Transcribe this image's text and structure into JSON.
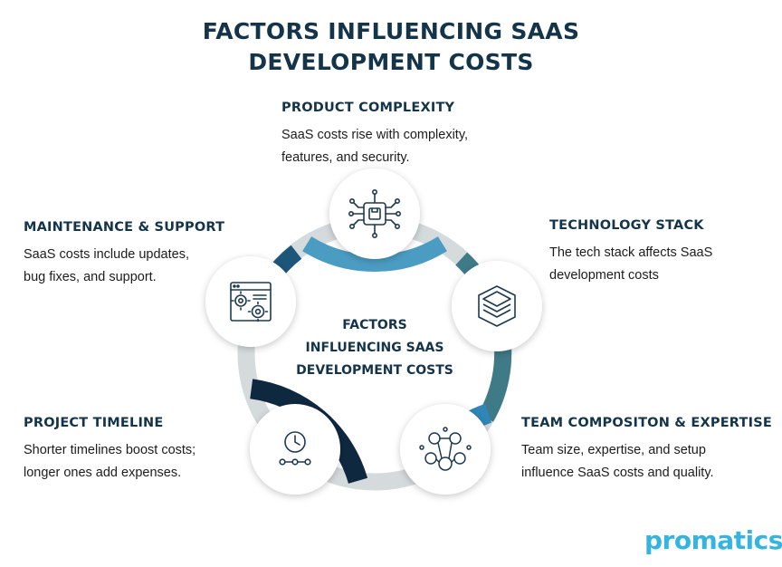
{
  "title": {
    "line1": "FACTORS INFLUENCING SAAS",
    "line2": "DEVELOPMENT COSTS"
  },
  "center": {
    "line1": "FACTORS",
    "line2": "INFLUENCING SAAS",
    "line3": "DEVELOPMENT COSTS"
  },
  "factors": {
    "product_complexity": {
      "title": "PRODUCT COMPLEXITY",
      "desc1": "SaaS costs rise with complexity,",
      "desc2": "features, and security."
    },
    "technology_stack": {
      "title": "TECHNOLOGY STACK",
      "desc1": "The tech stack affects SaaS",
      "desc2": "development costs"
    },
    "team_composition": {
      "title": "TEAM COMPOSITON & EXPERTISE",
      "desc1": "Team size, expertise, and setup",
      "desc2": "influence SaaS costs and quality."
    },
    "project_timeline": {
      "title": "PROJECT TIMELINE",
      "desc1": "Shorter timelines boost costs;",
      "desc2": "longer ones add expenses."
    },
    "maintenance_support": {
      "title": "MAINTENANCE & SUPPORT",
      "desc1": "SaaS costs include updates,",
      "desc2": "bug fixes, and support."
    }
  },
  "icons": {
    "product_complexity": "circuit-chip-icon",
    "technology_stack": "layers-stack-icon",
    "team_composition": "team-network-icon",
    "project_timeline": "clock-timeline-icon",
    "maintenance_support": "settings-window-icon"
  },
  "colors": {
    "title": "#14344a",
    "ring": "#d5dadd",
    "product_arc": "#4b9cc3",
    "tech_arc": "#3f7a87",
    "team_arc": "#2f86b7",
    "timeline_arc": "#0e2840",
    "maintenance_arc": "#1d5679",
    "logo": "#35b4e0"
  },
  "brand": {
    "logo_text": "promatics"
  }
}
